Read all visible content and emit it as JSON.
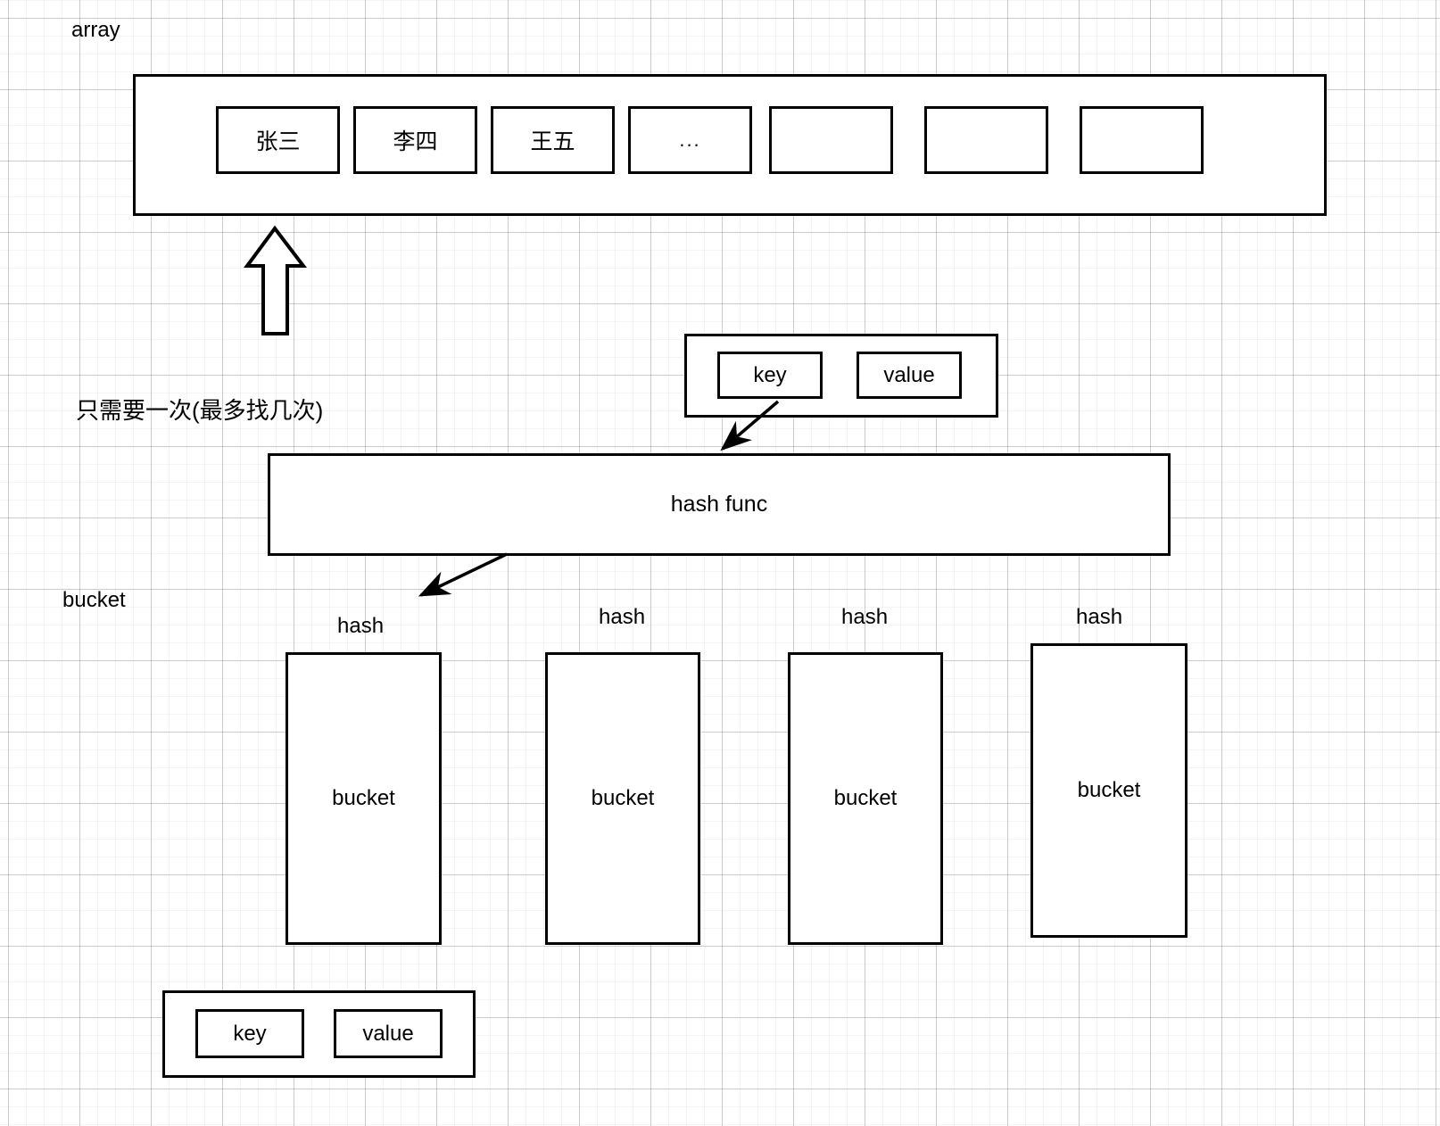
{
  "diagram": {
    "title_labels": {
      "array": "array",
      "bucket": "bucket",
      "note": "只需要一次(最多找几次)"
    },
    "array_section": {
      "label": "array",
      "cells": [
        {
          "text": "张三"
        },
        {
          "text": "李四"
        },
        {
          "text": "王五"
        },
        {
          "text": "..."
        },
        {
          "text": ""
        },
        {
          "text": ""
        },
        {
          "text": ""
        }
      ]
    },
    "kv_top": {
      "key_label": "key",
      "value_label": "value"
    },
    "hash_func": {
      "label": "hash func"
    },
    "bucket_section": {
      "label": "bucket",
      "columns": [
        {
          "hash_label": "hash",
          "bucket_label": "bucket"
        },
        {
          "hash_label": "hash",
          "bucket_label": "bucket"
        },
        {
          "hash_label": "hash",
          "bucket_label": "bucket"
        },
        {
          "hash_label": "hash",
          "bucket_label": "bucket"
        }
      ]
    },
    "kv_bottom": {
      "key_label": "key",
      "value_label": "value"
    },
    "colors": {
      "stroke": "#000000",
      "background": "#ffffff",
      "grid_minor": "rgba(0,0,0,0.045)",
      "grid_major": "rgba(0,0,0,0.16)"
    }
  }
}
